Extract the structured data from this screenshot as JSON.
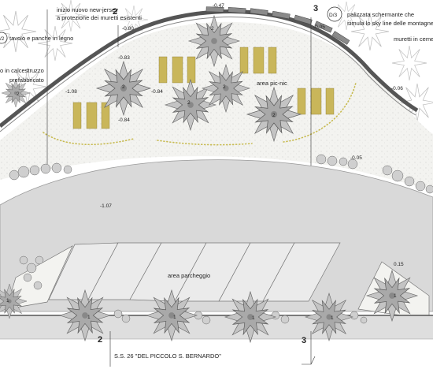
{
  "labels": {
    "jersey_1": "inizio nuovo new-jersey",
    "jersey_2": "a protezione dei muretti esistenti",
    "tavolo": "tavolo e panche in legno",
    "calcestruzzo": "o in calcestruzzo",
    "prefabbricato": "prefabbricato",
    "palizzata_1": "palizzata schermante che",
    "palizzata_2": "simula lo sky line delle montagne",
    "muretti": "muretti in ceme",
    "picnic": "area pic-nic",
    "parcheggio": "area parcheggio",
    "road": "S.S. 26 \"DEL PICCOLO S. BERNARDO\""
  },
  "section_markers": {
    "s2": "2",
    "s3": "3",
    "d3": "D/3",
    "p2": "/2"
  },
  "elevations": {
    "e1": "-0.47",
    "e2": "-0.80",
    "e3": "-0.83",
    "e4": "-0.84",
    "e5": "-0.84",
    "e6": "-1.08",
    "e7": "-0.05",
    "e8": "-0.05",
    "e9": "-0.06",
    "e10": "-1.07",
    "e11": "0.15"
  },
  "trees": {
    "t1": "2",
    "t2": "2",
    "t3": "2",
    "t4": "2",
    "t5": "2",
    "t6": "2",
    "p1": "1",
    "p2": "1",
    "p3": "1",
    "p4": "1",
    "p5": "1",
    "p6": "1"
  },
  "colors": {
    "grass": "#f1f1ee",
    "parking": "#d9d9d9",
    "table": "#c9b65a",
    "hedge": "#cfcfcf",
    "dots": "#c8bb52"
  }
}
